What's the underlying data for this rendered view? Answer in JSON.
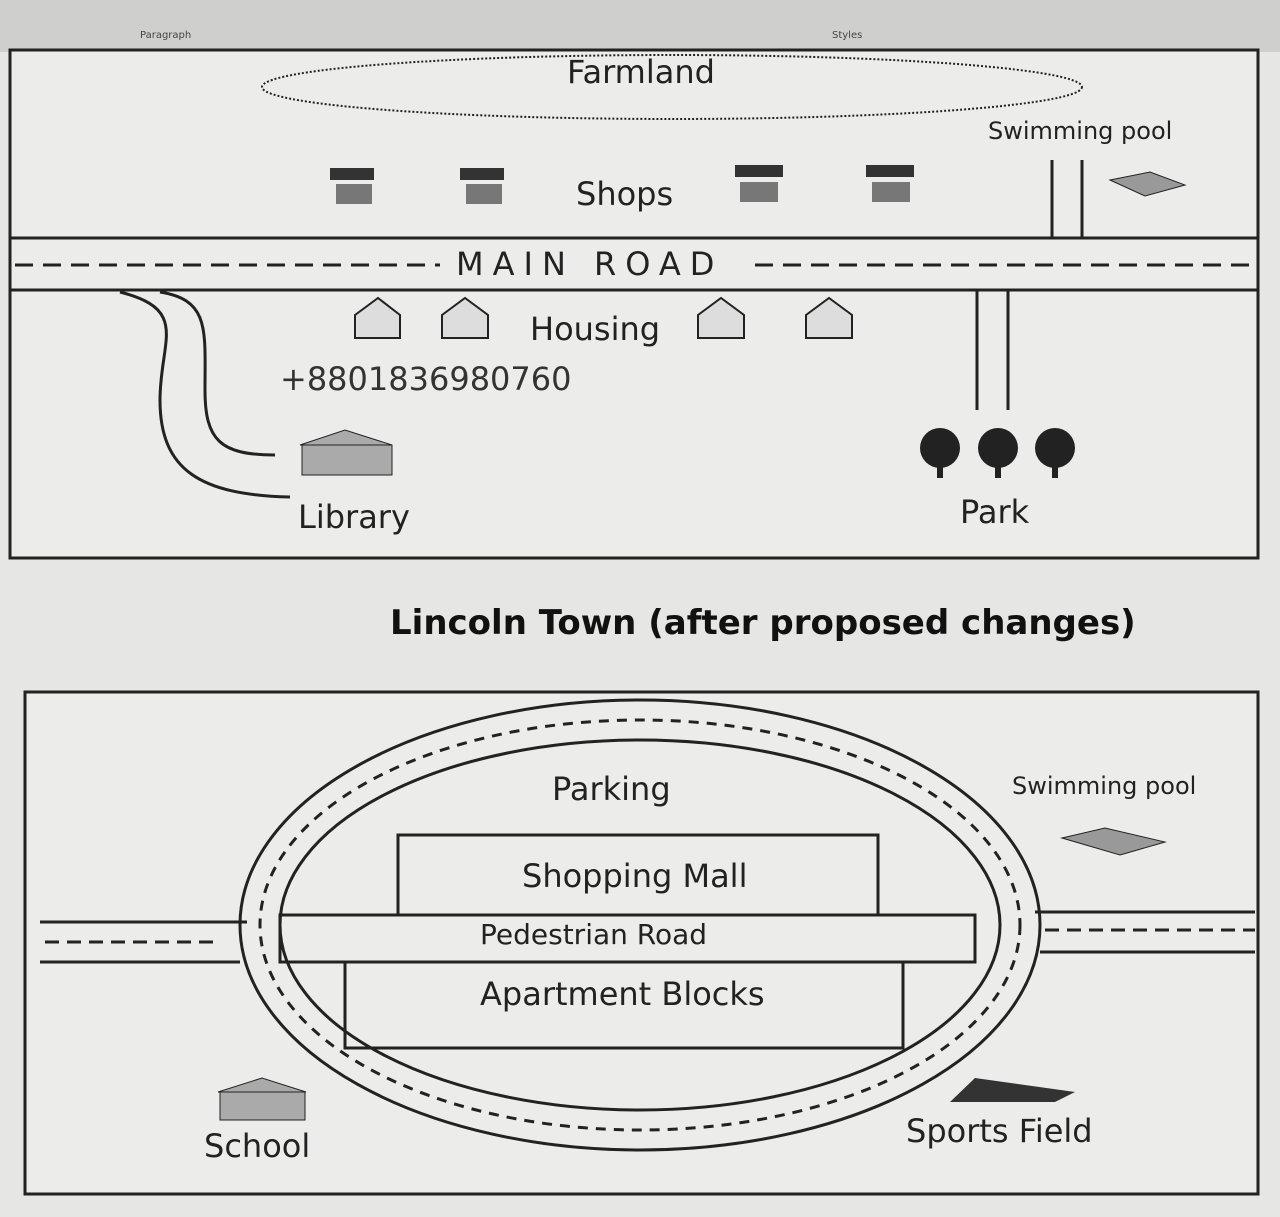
{
  "ribbon": {
    "paragraph_label": "Paragraph",
    "styles_label": "Styles"
  },
  "map_before": {
    "farmland": "Farmland",
    "swimming_pool": "Swimming pool",
    "shops": "Shops",
    "main_road": "MAIN ROAD",
    "housing": "Housing",
    "phone": "+8801836980760",
    "library": "Library",
    "park": "Park"
  },
  "title_after": "Lincoln Town (after proposed changes)",
  "map_after": {
    "parking": "Parking",
    "swimming_pool": "Swimming pool",
    "shopping_mall": "Shopping Mall",
    "pedestrian_road": "Pedestrian Road",
    "apartment_blocks": "Apartment Blocks",
    "school": "School",
    "sports_field": "Sports Field"
  }
}
